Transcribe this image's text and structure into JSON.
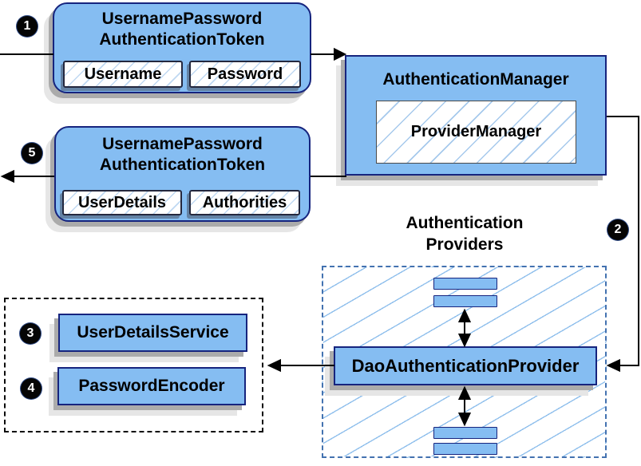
{
  "diagram": {
    "token_request": {
      "badge": "1",
      "title_line1": "UsernamePassword",
      "title_line2": "AuthenticationToken",
      "fields": [
        "Username",
        "Password"
      ]
    },
    "authentication_manager": {
      "title": "AuthenticationManager",
      "inner_box": "ProviderManager"
    },
    "token_response": {
      "badge": "5",
      "title_line1": "UsernamePassword",
      "title_line2": "AuthenticationToken",
      "fields": [
        "UserDetails",
        "Authorities"
      ]
    },
    "providers_group": {
      "badge": "2",
      "title_line1": "Authentication",
      "title_line2": "Providers",
      "provider_label": "DaoAuthenticationProvider"
    },
    "dependencies": {
      "items": [
        {
          "badge": "3",
          "label": "UserDetailsService"
        },
        {
          "badge": "4",
          "label": "PasswordEncoder"
        }
      ]
    },
    "colors": {
      "node_fill": "#85BDF2",
      "node_border": "#16247E",
      "hatch_line": "#9CC3E8",
      "dashed_border": "#4372B0",
      "dotted_border": "#0A0A0A",
      "connector": "#000000",
      "shadow": "#ABABAB",
      "badge_bg": "#050505",
      "badge_text": "#FFFFFF"
    }
  }
}
